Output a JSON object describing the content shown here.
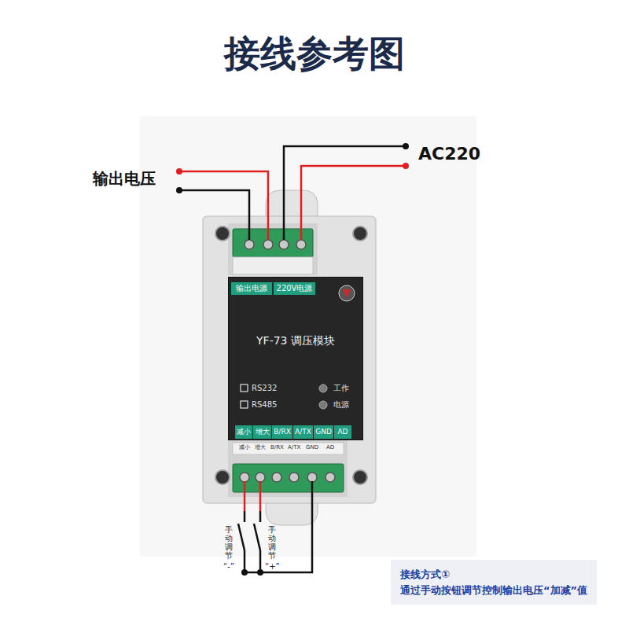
{
  "diagram": {
    "title": "接线参考图",
    "nodes": [
      {
        "text": [
          "YF-73 调压模块"
        ]
      },
      {
        "text": [
          "输出电源"
        ],
        "in": 0
      },
      {
        "text": [
          "220V电源"
        ],
        "in": 0
      },
      {
        "text": [
          "减小"
        ],
        "in": 0
      },
      {
        "text": [
          "增大"
        ],
        "in": 0
      },
      {
        "text": [
          "B/RX"
        ],
        "in": 0
      },
      {
        "text": [
          "A/TX"
        ],
        "in": 0
      },
      {
        "text": [
          "GND"
        ],
        "in": 0
      },
      {
        "text": [
          "AD"
        ],
        "in": 0
      },
      {
        "text": [
          "接线方式①",
          "通过手动按钮调节控制输出电压“加减”值"
        ]
      }
    ],
    "labels": [
      "输出电压",
      "AC220",
      "RS232",
      "RS485",
      "工作",
      "电源",
      "减小",
      "增大",
      "B/RX",
      "A/TX",
      "GND",
      "AD",
      "手动调节",
      "“-”",
      "手动调节",
      "“+”"
    ]
  }
}
